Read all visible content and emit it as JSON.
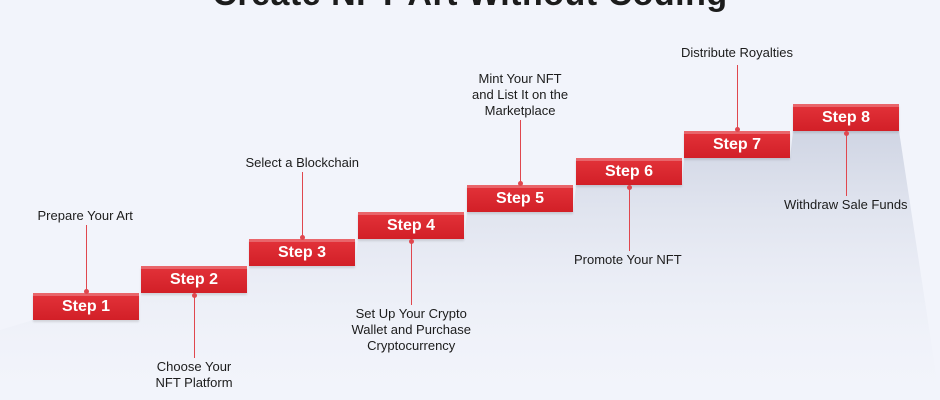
{
  "title": "Create NFT Art Without Coding",
  "steps": [
    {
      "label": "Step 1",
      "description": "Prepare Your Art"
    },
    {
      "label": "Step 2",
      "description": "Choose Your\nNFT Platform"
    },
    {
      "label": "Step 3",
      "description": "Select a Blockchain"
    },
    {
      "label": "Step 4",
      "description": "Set Up Your Crypto\nWallet and Purchase\nCryptocurrency"
    },
    {
      "label": "Step 5",
      "description": "Mint Your NFT\nand List It on the\nMarketplace"
    },
    {
      "label": "Step 6",
      "description": "Promote Your NFT"
    },
    {
      "label": "Step 7",
      "description": "Distribute Royalties"
    },
    {
      "label": "Step 8",
      "description": "Withdraw Sale Funds"
    }
  ],
  "colors": {
    "accent": "#d7242c",
    "background": "#f2f4fb",
    "text": "#1c1c1c"
  }
}
